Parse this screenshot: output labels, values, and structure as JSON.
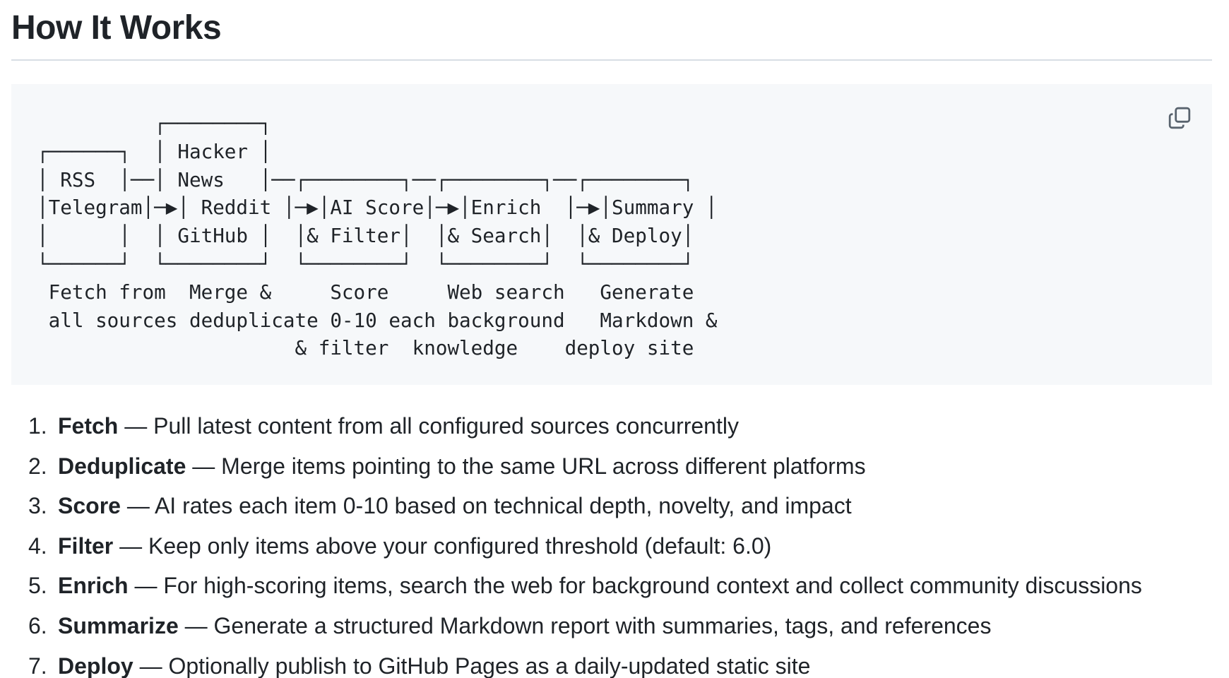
{
  "heading": "How It Works",
  "diagram": {
    "text": "          ┌────────┐\n┌──────┐  │ Hacker │\n│ RSS  │──│ News   │──┌────────┐──┌────────┐──┌────────┐\n│Telegram│─▶│ Reddit │─▶│AI Score│─▶│Enrich  │─▶│Summary │\n│      │  │ GitHub │  │& Filter│  │& Search│  │& Deploy│\n└──────┘  └────────┘  └────────┘  └────────┘  └────────┘\n Fetch from  Merge &     Score     Web search   Generate\n all sources deduplicate 0-10 each background   Markdown &\n                      & filter  knowledge    deploy site",
    "copy_icon": "copy-icon"
  },
  "steps": [
    {
      "num": "1.",
      "term": "Fetch",
      "desc": " — Pull latest content from all configured sources concurrently"
    },
    {
      "num": "2.",
      "term": "Deduplicate",
      "desc": " — Merge items pointing to the same URL across different platforms"
    },
    {
      "num": "3.",
      "term": "Score",
      "desc": " — AI rates each item 0-10 based on technical depth, novelty, and impact"
    },
    {
      "num": "4.",
      "term": "Filter",
      "desc": " — Keep only items above your configured threshold (default: 6.0)"
    },
    {
      "num": "5.",
      "term": "Enrich",
      "desc": " — For high-scoring items, search the web for background context and collect community discussions"
    },
    {
      "num": "6.",
      "term": "Summarize",
      "desc": " — Generate a structured Markdown report with summaries, tags, and references"
    },
    {
      "num": "7.",
      "term": "Deploy",
      "desc": " — Optionally publish to GitHub Pages as a daily-updated static site"
    }
  ]
}
